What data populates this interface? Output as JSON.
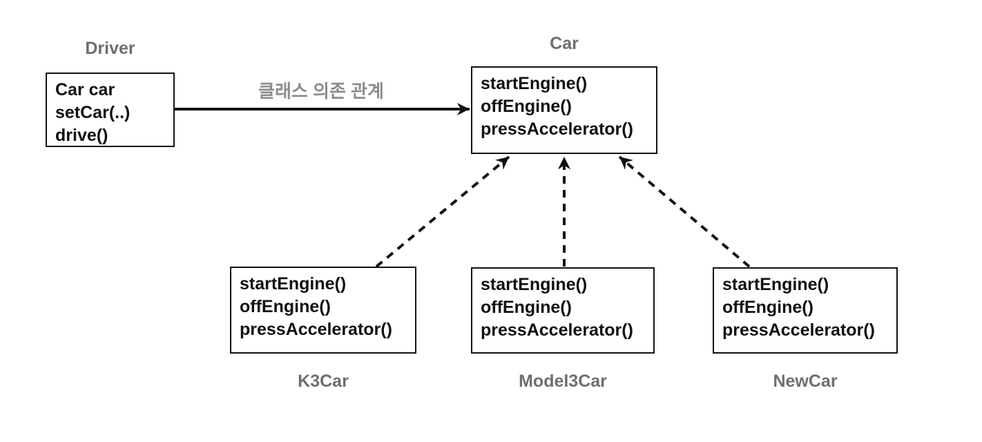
{
  "classes": {
    "driver": {
      "label": "Driver",
      "members": [
        "Car car",
        "setCar(..)",
        "drive()"
      ]
    },
    "car": {
      "label": "Car",
      "members": [
        "startEngine()",
        "offEngine()",
        "pressAccelerator()"
      ]
    },
    "k3car": {
      "label": "K3Car",
      "members": [
        "startEngine()",
        "offEngine()",
        "pressAccelerator()"
      ]
    },
    "model3car": {
      "label": "Model3Car",
      "members": [
        "startEngine()",
        "offEngine()",
        "pressAccelerator()"
      ]
    },
    "newcar": {
      "label": "NewCar",
      "members": [
        "startEngine()",
        "offEngine()",
        "pressAccelerator()"
      ]
    }
  },
  "edges": {
    "dependency_label": "클래스 의존 관계"
  },
  "colors": {
    "line": "#111111",
    "box_border": "#111111",
    "member_text": "#111111",
    "class_label": "#6e6e6e",
    "dependency_label": "#8c8c8c",
    "background": "#ffffff"
  }
}
